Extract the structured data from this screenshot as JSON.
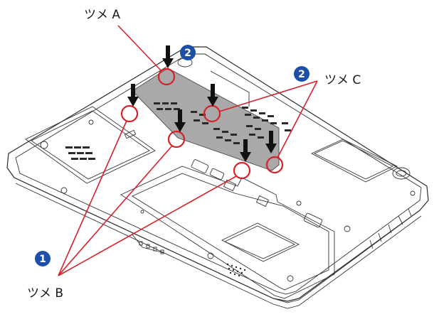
{
  "labels": {
    "tab_a": "ツメ A",
    "tab_b": "ツメ B",
    "tab_c": "ツメ C"
  },
  "steps": {
    "step1": "1",
    "step2_top": "2",
    "step2_right": "2"
  },
  "colors": {
    "callout": "#d8202a",
    "badge": "#1e4fa8",
    "cover": "#a9a9a9"
  }
}
